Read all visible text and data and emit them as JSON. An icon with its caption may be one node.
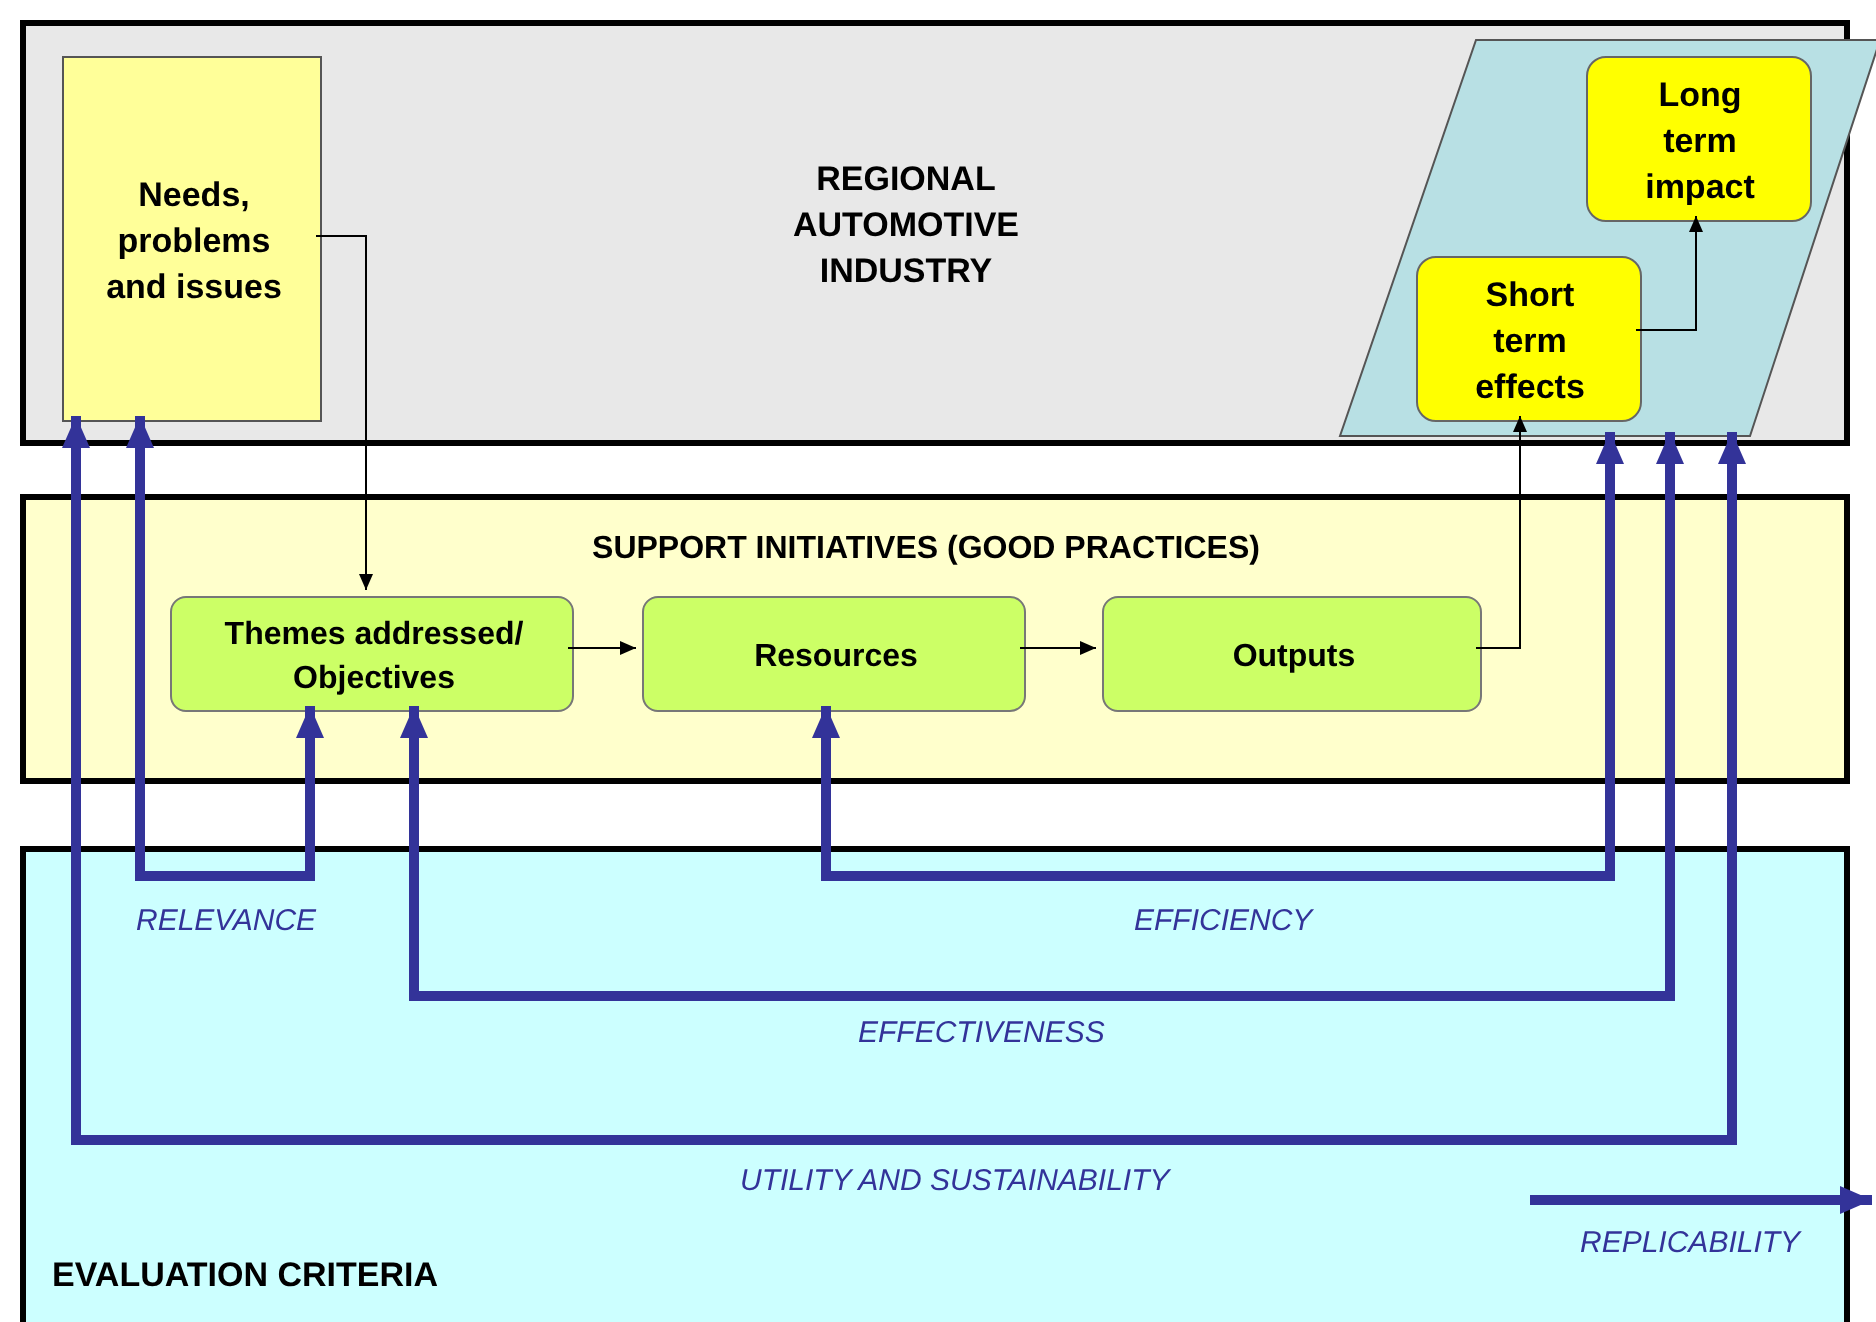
{
  "diagram": {
    "nodes": [
      {
        "text": [
          "REGIONAL AUTOMOTIVE INDUSTRY"
        ]
      },
      {
        "text": [
          "Needs, problems and issues"
        ],
        "in": 0
      },
      {
        "text": [],
        "shape": "parallelogram",
        "in": 0
      },
      {
        "text": [
          "Long term impact"
        ],
        "in": 2
      },
      {
        "text": [
          "Short term effects"
        ],
        "in": 2
      },
      {
        "text": [
          "SUPPORT INITIATIVES (GOOD PRACTICES)"
        ]
      },
      {
        "text": [
          "Themes addressed/ Objectives"
        ],
        "in": 5
      },
      {
        "text": [
          "Resources"
        ],
        "in": 5
      },
      {
        "text": [
          "Outputs"
        ],
        "in": 5
      }
    ],
    "edges": [
      {
        "from": 1,
        "to": 6,
        "arrow": "to"
      },
      {
        "from": 6,
        "to": 7,
        "arrow": "to"
      },
      {
        "from": 7,
        "to": 8,
        "arrow": "to"
      },
      {
        "from": 8,
        "to": 4,
        "arrow": "to"
      },
      {
        "from": 4,
        "to": 3,
        "arrow": "to"
      },
      {
        "from": 1,
        "to": 6,
        "arrow": "both",
        "label": "RELEVANCE",
        "style": "thick",
        "color": "#333399"
      },
      {
        "from": 7,
        "to": 2,
        "arrow": "both",
        "label": "EFFICIENCY",
        "style": "thick",
        "color": "#333399"
      },
      {
        "from": 6,
        "to": 2,
        "arrow": "both",
        "label": "EFFECTIVENESS",
        "style": "thick",
        "color": "#333399"
      },
      {
        "from": 1,
        "to": 2,
        "arrow": "both",
        "label": "UTILITY AND SUSTAINABILITY",
        "style": "thick",
        "color": "#333399"
      }
    ],
    "labels": [
      "REPLICABILITY",
      "EVALUATION CRITERIA"
    ]
  }
}
